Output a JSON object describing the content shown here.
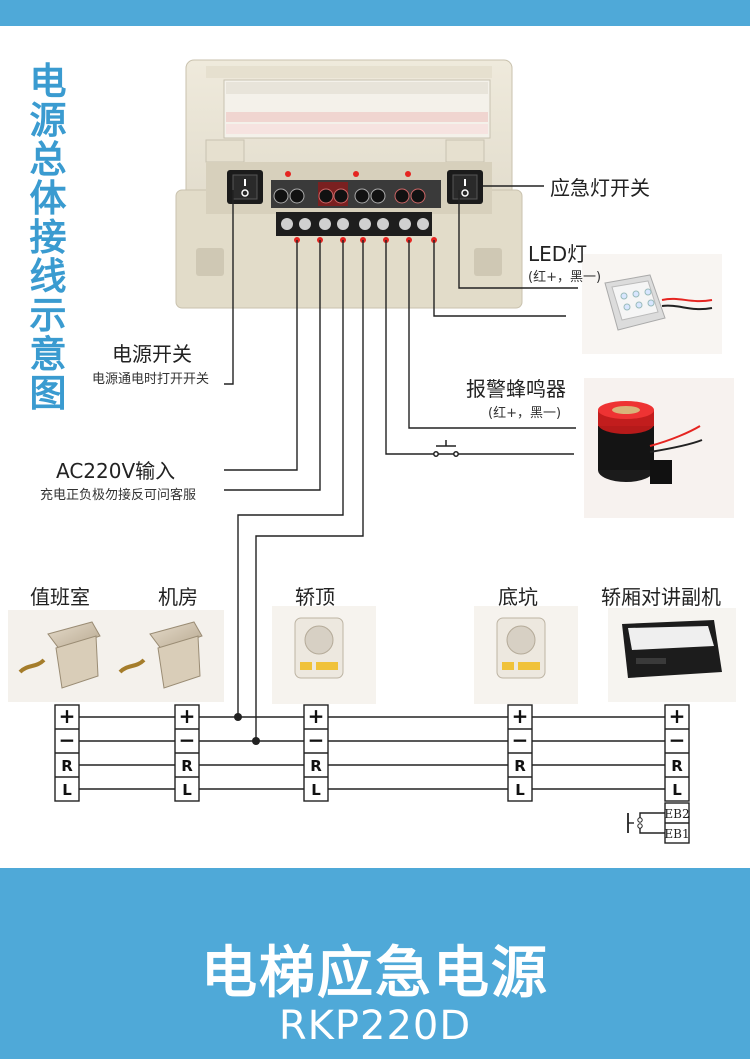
{
  "vertical_title": "电源总体接线示意图",
  "labels": {
    "emergency_switch": "应急灯开关",
    "led": "LED灯",
    "led_note": "(红+，黑一)",
    "power_switch": "电源开关",
    "power_switch_note": "电源通电时打开开关",
    "buzzer": "报警蜂鸣器",
    "buzzer_note": "(红+，黑一)",
    "ac_input": "AC220V输入",
    "ac_note": "充电正负极勿接反可问客服"
  },
  "devices": [
    "值班室",
    "机房",
    "轿顶",
    "底坑",
    "轿厢对讲副机"
  ],
  "terminals": [
    "+",
    "−",
    "R",
    "L"
  ],
  "eb": [
    "EB2",
    "EB1"
  ],
  "footer": {
    "title": "电梯应急电源",
    "model": "RKP220D"
  },
  "colors": {
    "accent": "#4fa9d8",
    "title_blue": "#3a9bd0",
    "dot_red": "#e52521"
  }
}
